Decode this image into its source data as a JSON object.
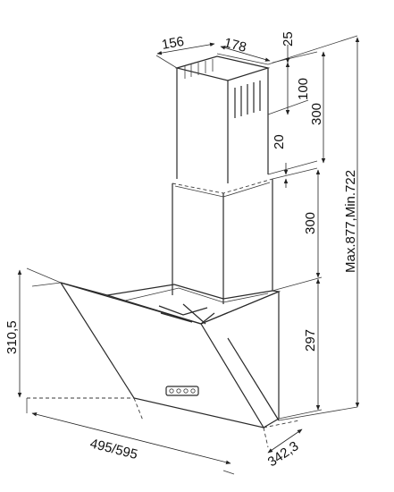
{
  "dimensions": {
    "duct_width": "156",
    "duct_depth": "178",
    "top_offset": "25",
    "grille_height": "100",
    "upper_duct": "300",
    "overlap": "20",
    "lower_duct": "300",
    "max_min_height": "Max.877,Min.722",
    "body_height": "297",
    "side_height": "310,5",
    "width": "495/595",
    "depth": "342,3"
  }
}
